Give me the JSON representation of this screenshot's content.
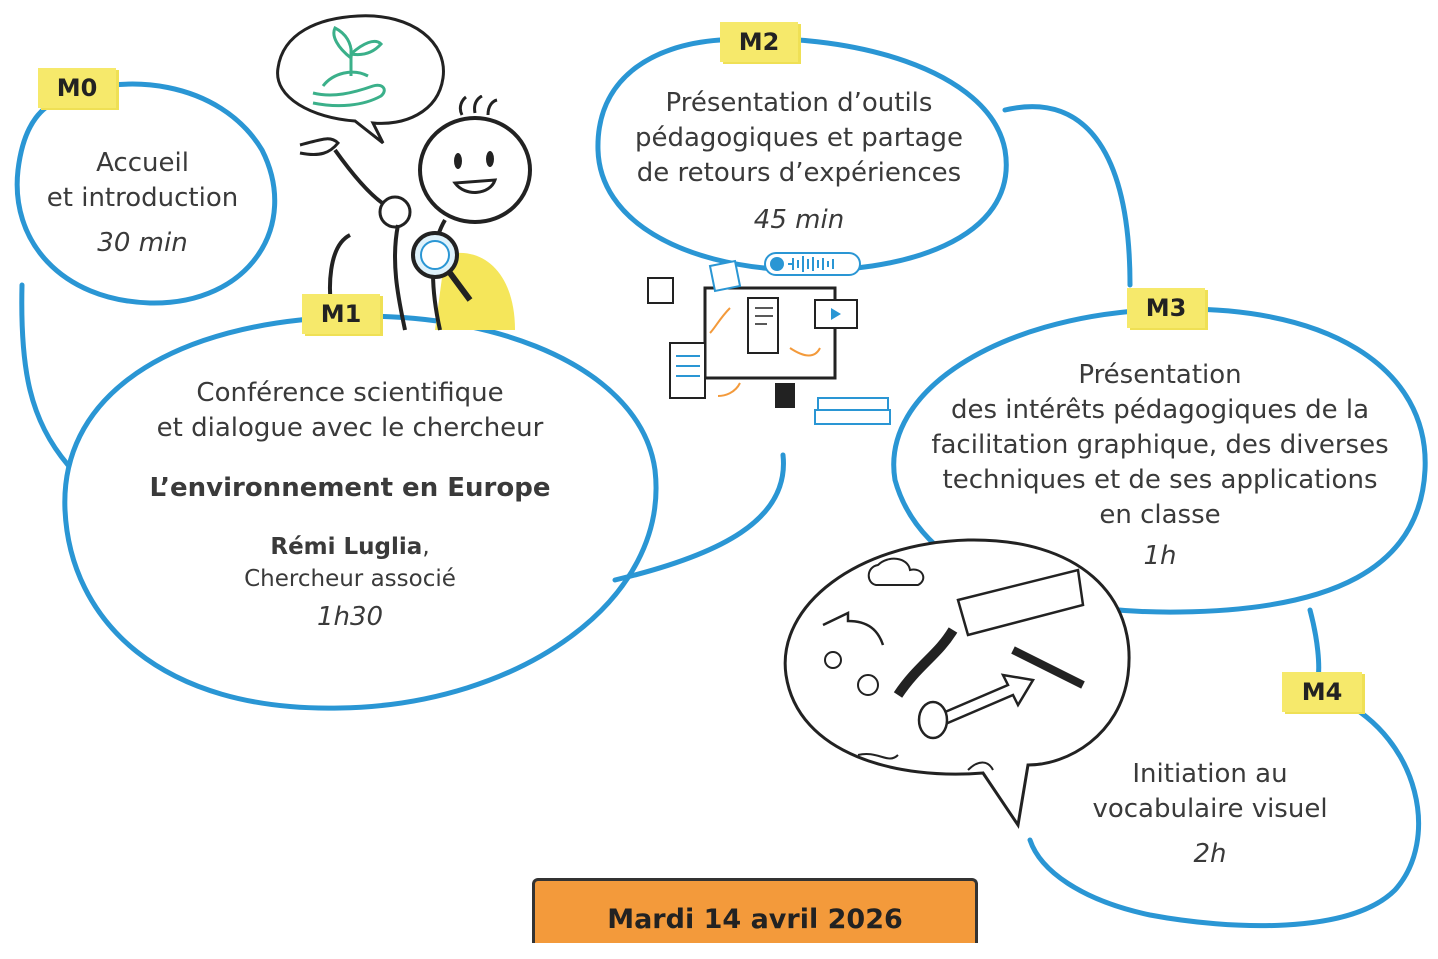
{
  "colors": {
    "line": "#2a96d4",
    "tag": "#f6e96b",
    "date_bg": "#f39a3b",
    "skin_yellow": "#f5e65a",
    "green": "#3bb08a"
  },
  "modules": [
    {
      "tag": "M0",
      "lines": [
        "Accueil",
        "et introduction"
      ],
      "duration": "30 min"
    },
    {
      "tag": "M1",
      "lines": [
        "Conférence scientifique",
        "et dialogue avec le chercheur"
      ],
      "topic": "L’environnement en Europe",
      "speaker_name": "Rémi Luglia",
      "speaker_sep": ",",
      "speaker_role": "Chercheur associé",
      "duration": "1h30"
    },
    {
      "tag": "M2",
      "lines": [
        "Présentation d’outils",
        "pédagogiques et partage",
        "de retours d’expériences"
      ],
      "duration": "45 min"
    },
    {
      "tag": "M3",
      "lines": [
        "Présentation",
        "des intérêts pédagogiques de la",
        "facilitation graphique,  des diverses",
        "techniques  et de ses applications",
        "en classe"
      ],
      "duration": "1h"
    },
    {
      "tag": "M4",
      "lines": [
        "Initiation au",
        "vocabulaire visuel"
      ],
      "duration": "2h"
    }
  ],
  "date": "Mardi 14 avril 2026",
  "illustrations": [
    "character-icon",
    "plant-in-hand-icon",
    "magnifier-icon",
    "tools-collage-icon",
    "doodles-bubble-icon"
  ]
}
